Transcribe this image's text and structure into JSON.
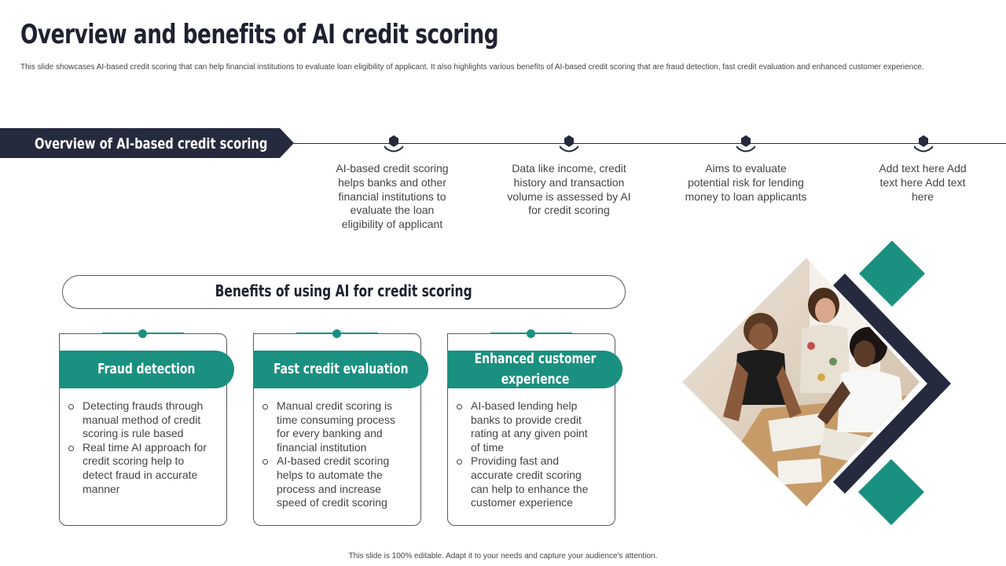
{
  "title": "Overview and benefits of AI credit scoring",
  "subtitle": "This slide showcases AI-based credit scoring that can help financial institutions to evaluate loan eligibility  of applicant. It also highlights  various benefits of AI-based credit scoring that are fraud detection, fast credit evaluation and enhanced customer experience.",
  "overview": {
    "label": "Overview of AI-based credit scoring",
    "items": [
      {
        "text": "AI-based credit scoring helps banks and other financial institutions to evaluate the loan eligibility  of applicant"
      },
      {
        "text": "Data like income, credit history and transaction volume is assessed by AI for credit scoring"
      },
      {
        "text": "Aims to evaluate potential risk for lending money to loan applicants"
      },
      {
        "text": "Add text here Add text here Add text here"
      }
    ]
  },
  "benefits": {
    "label": "Benefits of using AI for credit scoring",
    "cards": [
      {
        "title": "Fraud detection",
        "points": [
          "Detecting frauds through manual method of credit scoring is rule based",
          "Real time AI approach for credit scoring help to detect fraud in accurate manner"
        ]
      },
      {
        "title": "Fast credit evaluation",
        "points": [
          "Manual credit scoring is time consuming process for every banking and financial institution",
          "AI-based credit scoring helps to automate the process and increase speed of credit scoring"
        ]
      },
      {
        "title": "Enhanced customer experience",
        "points": [
          "AI-based lending help banks to provide credit rating at any given point of time",
          "Providing fast and accurate credit scoring can help to enhance the customer experience"
        ]
      }
    ]
  },
  "footer": "This slide is 100% editable.  Adapt it to your needs and capture your audience's attention.",
  "colors": {
    "navy": "#262a3e",
    "teal": "#1a9080"
  },
  "icons": [
    "location-pin-icon",
    "bullet-circle-icon"
  ]
}
